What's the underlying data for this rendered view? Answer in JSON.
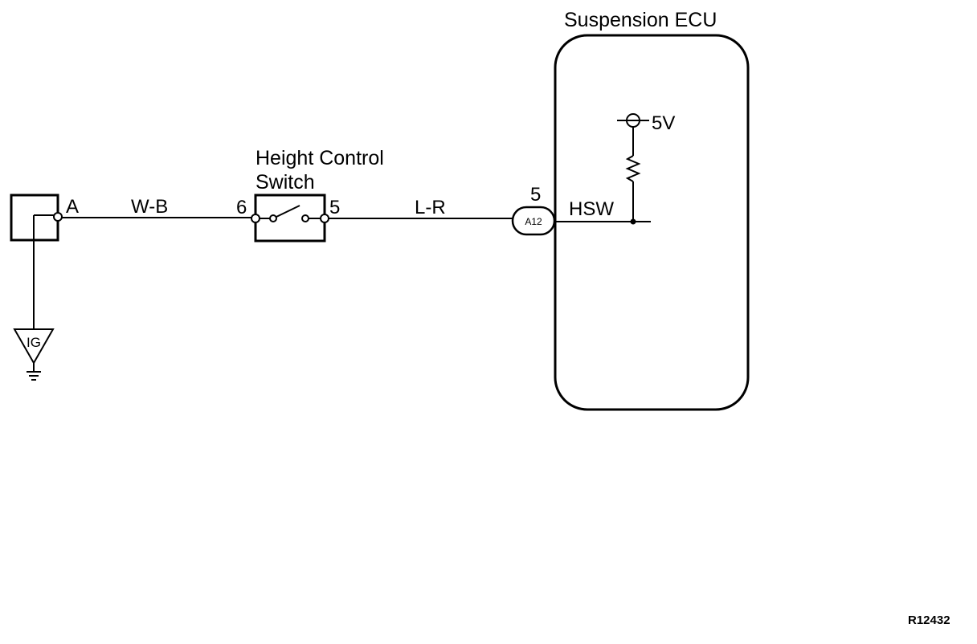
{
  "ecu": {
    "title": "Suspension ECU",
    "terminal_label": "HSW",
    "supply": "5V"
  },
  "switch": {
    "title_line1": "Height Control",
    "title_line2": "Switch",
    "pin_left": "6",
    "pin_right": "5"
  },
  "connector": {
    "code": "A12",
    "pin": "5"
  },
  "source": {
    "terminal": "A",
    "symbol_label": "IG"
  },
  "wires": {
    "left": "W-B",
    "right": "L-R"
  },
  "figure_ref": "R12432"
}
